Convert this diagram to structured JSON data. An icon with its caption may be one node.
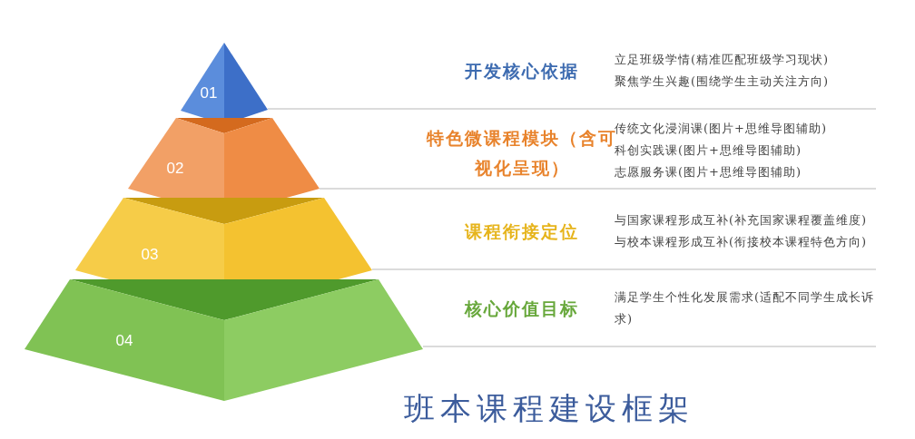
{
  "diagram": {
    "title": "班本课程建设框架",
    "nodes": [
      {
        "text": [
          "01"
        ]
      },
      {
        "text": [
          "02"
        ]
      },
      {
        "text": [
          "03"
        ]
      },
      {
        "text": [
          "04"
        ]
      }
    ],
    "labels": [
      "开发核心依据",
      "立足班级学情(精准匹配班级学习现状)",
      "聚焦学生兴趣(围绕学生主动关注方向)",
      "特色微课程模块（含可视化呈现）",
      "传统文化浸润课(图片+思维导图辅助)",
      "科创实践课(图片+思维导图辅助)",
      "志愿服务课(图片+思维导图辅助)",
      "课程衔接定位",
      "与国家课程形成互补(补充国家课程覆盖维度)",
      "与校本课程形成互补(衔接校本课程特色方向)",
      "核心价值目标",
      "满足学生个性化发展需求(适配不同学生成长诉求)"
    ]
  }
}
